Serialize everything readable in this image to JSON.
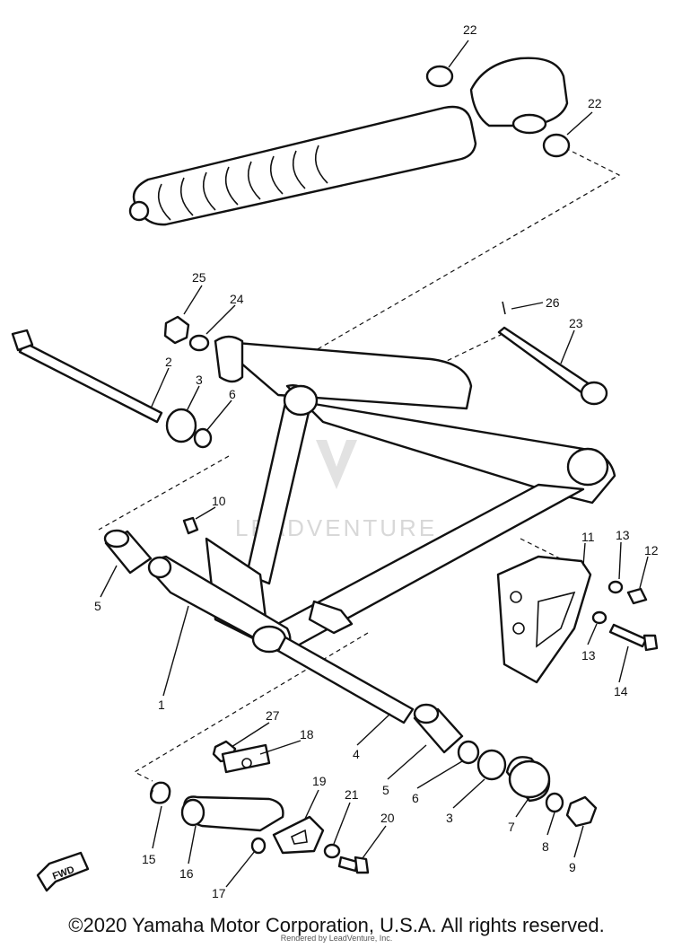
{
  "diagram": {
    "watermark": "LEADVENTURE",
    "fwd_label": "FWD",
    "callouts": [
      {
        "id": "c22a",
        "label": "22"
      },
      {
        "id": "c22b",
        "label": "22"
      },
      {
        "id": "c25",
        "label": "25"
      },
      {
        "id": "c24",
        "label": "24"
      },
      {
        "id": "c26",
        "label": "26"
      },
      {
        "id": "c23",
        "label": "23"
      },
      {
        "id": "c2",
        "label": "2"
      },
      {
        "id": "c3a",
        "label": "3"
      },
      {
        "id": "c6a",
        "label": "6"
      },
      {
        "id": "c10",
        "label": "10"
      },
      {
        "id": "c11",
        "label": "11"
      },
      {
        "id": "c13a",
        "label": "13"
      },
      {
        "id": "c12",
        "label": "12"
      },
      {
        "id": "c5a",
        "label": "5"
      },
      {
        "id": "c1",
        "label": "1"
      },
      {
        "id": "c13b",
        "label": "13"
      },
      {
        "id": "c14",
        "label": "14"
      },
      {
        "id": "c27",
        "label": "27"
      },
      {
        "id": "c18",
        "label": "18"
      },
      {
        "id": "c4",
        "label": "4"
      },
      {
        "id": "c5b",
        "label": "5"
      },
      {
        "id": "c6b",
        "label": "6"
      },
      {
        "id": "c3b",
        "label": "3"
      },
      {
        "id": "c7",
        "label": "7"
      },
      {
        "id": "c19",
        "label": "19"
      },
      {
        "id": "c21",
        "label": "21"
      },
      {
        "id": "c20",
        "label": "20"
      },
      {
        "id": "c8",
        "label": "8"
      },
      {
        "id": "c9",
        "label": "9"
      },
      {
        "id": "c15",
        "label": "15"
      },
      {
        "id": "c16",
        "label": "16"
      },
      {
        "id": "c17",
        "label": "17"
      }
    ]
  },
  "footer": {
    "copyright": "©2020 Yamaha Motor Corporation, U.S.A. All rights reserved.",
    "credit": "Rendered by LeadVenture, Inc."
  }
}
